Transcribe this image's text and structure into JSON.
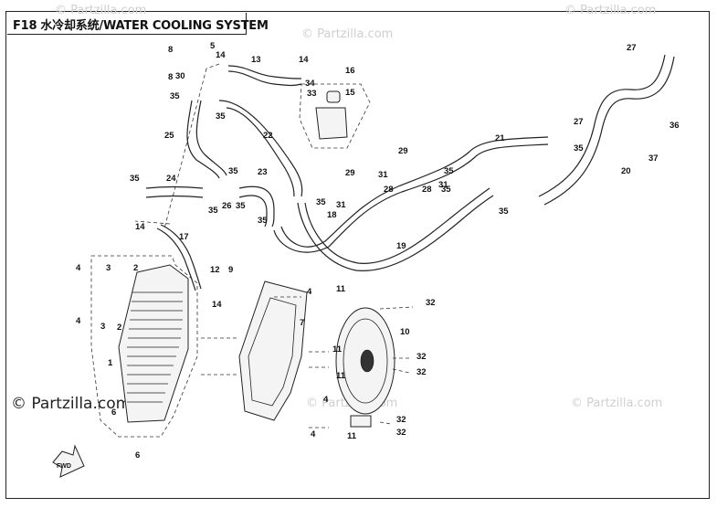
{
  "title": {
    "code": "F18",
    "name_cn": "水冷却系统",
    "name_en": "/WATER COOLING SYSTEM"
  },
  "watermarks": [
    "© Partzilla.com",
    "© Partzilla.com",
    "© Partzilla.com",
    "© Partzilla.com",
    "© Partzilla.com"
  ],
  "watermark_main": "© Partzilla.com",
  "fwd_label": "FWD",
  "callouts": [
    "1",
    "2",
    "2",
    "3",
    "3",
    "4",
    "4",
    "4",
    "4",
    "4",
    "5",
    "6",
    "6",
    "7",
    "8",
    "8",
    "9",
    "10",
    "11",
    "11",
    "11",
    "11",
    "12",
    "13",
    "14",
    "14",
    "14",
    "14",
    "15",
    "16",
    "17",
    "18",
    "19",
    "20",
    "21",
    "22",
    "23",
    "24",
    "25",
    "26",
    "27",
    "27",
    "28",
    "28",
    "29",
    "29",
    "30",
    "31",
    "31",
    "31",
    "32",
    "32",
    "32",
    "32",
    "32",
    "33",
    "34",
    "35",
    "35",
    "35",
    "35",
    "35",
    "35",
    "35",
    "35",
    "35",
    "35",
    "35",
    "35",
    "36",
    "37"
  ]
}
